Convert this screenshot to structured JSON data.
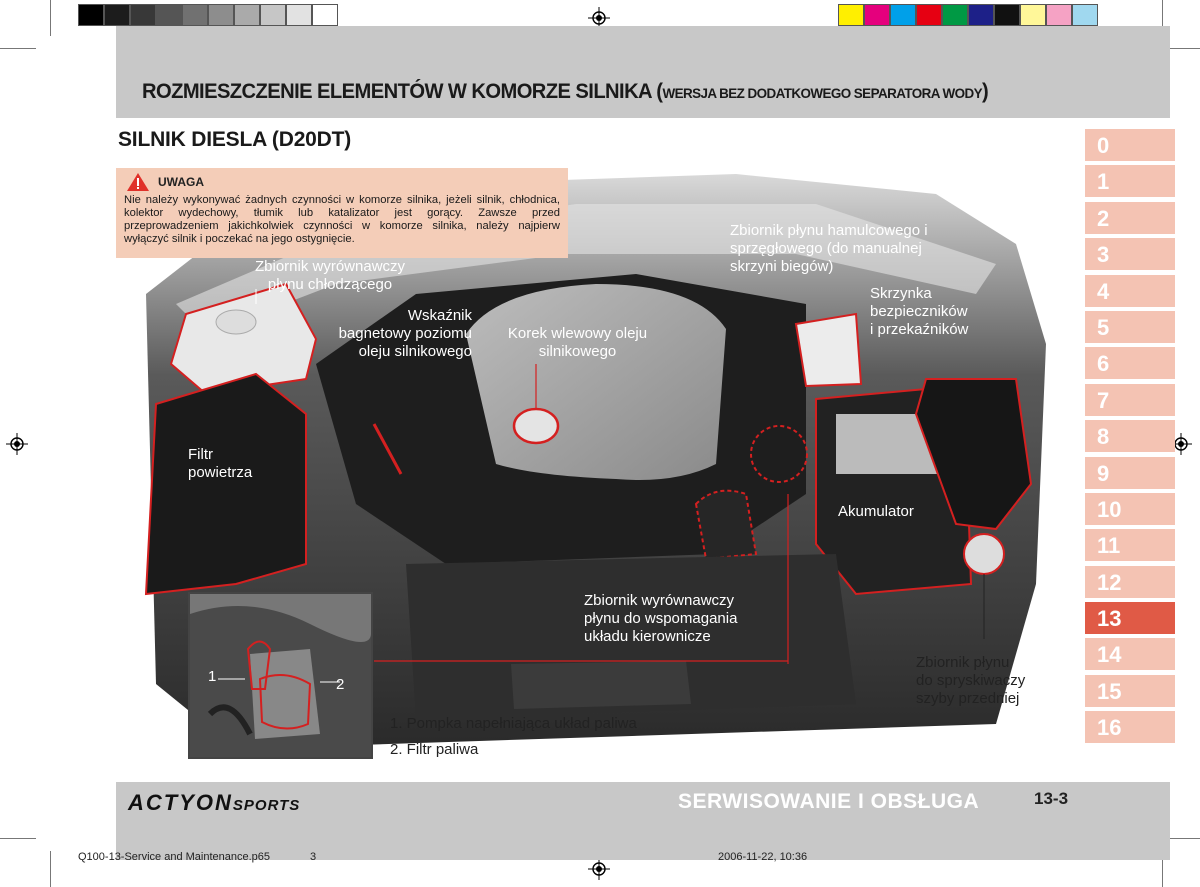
{
  "header": {
    "title_main": "ROZMIESZCZENIE ELEMENTÓW W KOMORZE SILNIKA (",
    "title_small": "WERSJA BEZ DODATKOWEGO SEPARATORA WODY",
    "title_close": ")",
    "subtitle": "SILNIK DIESLA (D20DT)"
  },
  "warning": {
    "title": "UWAGA",
    "text": "Nie należy wykonywać żadnych czynności w komorze silnika, jeżeli silnik, chłodnica, kolektor wydechowy, tłumik lub katalizator jest gorący. Zawsze przed przeprowadzeniem jakichkolwiek czynności w komorze silnika, należy najpierw wyłączyć silnik i poczekać na jego ostygnięcie."
  },
  "labels": {
    "coolant": [
      "Zbiornik wyrównawczy",
      "płynu chłodzącego"
    ],
    "dipstick": [
      "Wskaźnik",
      "bagnetowy poziomu",
      "oleju silnikowego"
    ],
    "oil_cap": [
      "Korek wlewowy oleju",
      "silnikowego"
    ],
    "brake": [
      "Zbiornik płynu hamulcowego i",
      "sprzęgłowego (do manualnej",
      "skrzyni biegów)"
    ],
    "fusebox": [
      "Skrzynka",
      "bezpieczników",
      "i przekaźników"
    ],
    "air_filter": [
      "Filtr",
      "powietrza"
    ],
    "battery": "Akumulator",
    "power_steering": [
      "Zbiornik wyrównawczy",
      "płynu do wspomagania",
      "układu kierownicze"
    ],
    "washer": [
      "Zbiornik płynu",
      "do spryskiwaczy",
      "szyby przedniej"
    ],
    "inset_1": "1",
    "inset_2": "2"
  },
  "legend": [
    "1. Pompka napełniająca układ paliwa",
    "2. Filtr paliwa"
  ],
  "tabs": [
    "0",
    "1",
    "2",
    "3",
    "4",
    "5",
    "6",
    "7",
    "8",
    "9",
    "10",
    "11",
    "12",
    "13",
    "14",
    "15",
    "16"
  ],
  "active_tab": "13",
  "footer": {
    "brand": "ACTYON",
    "brand_suffix": "SPORTS",
    "section": "SERWISOWANIE I OBSŁUGA",
    "page": "13-3"
  },
  "slug": {
    "file": "Q100-13-Service and Maintenance.p65",
    "num": "3",
    "date": "2006-11-22, 10:36"
  },
  "colors": {
    "accent": "#e05a46",
    "tab_inactive": "#f4c3b3",
    "warning_bg": "#f4cdb8",
    "band_gray": "#c8c8c8",
    "highlight_red": "#d42020"
  }
}
